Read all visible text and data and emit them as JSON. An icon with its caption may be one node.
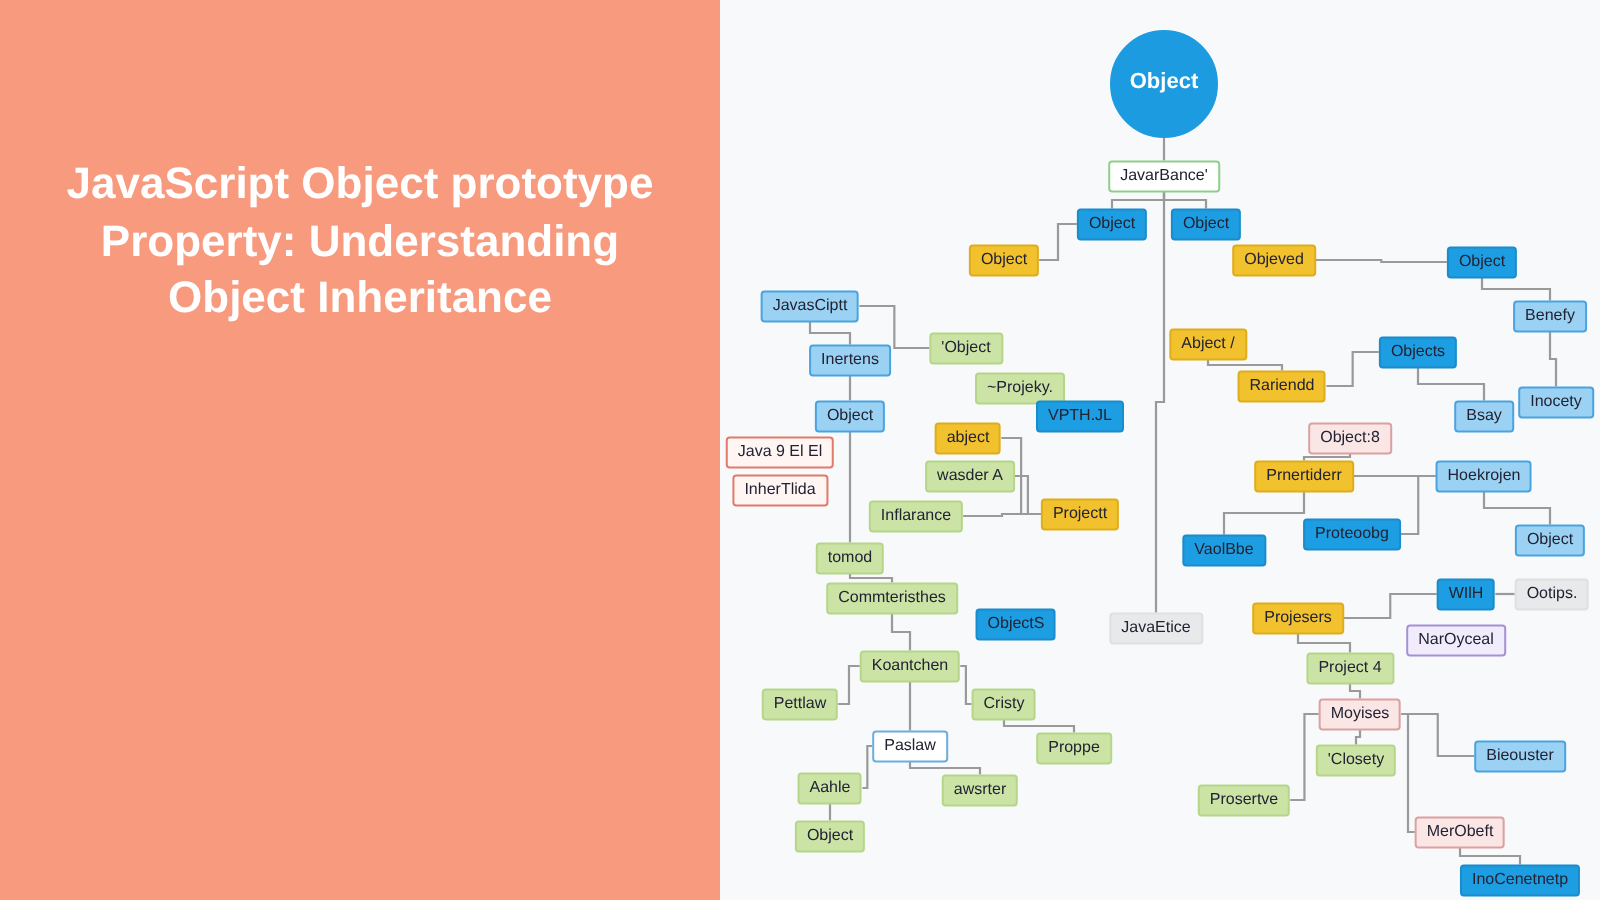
{
  "diagram": {
    "title": "JavaScript Object prototype Property: Understanding Object Inheritance",
    "nodes": [
      {
        "text": [
          "Object"
        ]
      },
      {
        "text": [
          "JavarBance'"
        ]
      },
      {
        "text": [
          "Object"
        ]
      },
      {
        "text": [
          "Object"
        ]
      },
      {
        "text": [
          "Object"
        ]
      },
      {
        "text": [
          "Objeved"
        ]
      },
      {
        "text": [
          "Object"
        ]
      },
      {
        "text": [
          "JavasCiptt"
        ]
      },
      {
        "text": [
          "Benefy"
        ]
      },
      {
        "text": [
          "'Object"
        ]
      },
      {
        "text": [
          "Inertens"
        ]
      },
      {
        "text": [
          "Abject /"
        ]
      },
      {
        "text": [
          "Objects"
        ]
      },
      {
        "text": [
          "~Projeky."
        ]
      },
      {
        "text": [
          "Rariendd"
        ]
      },
      {
        "text": [
          "Inocety"
        ]
      },
      {
        "text": [
          "VPTH.JL"
        ]
      },
      {
        "text": [
          "Object"
        ]
      },
      {
        "text": [
          "Bsay"
        ]
      },
      {
        "text": [
          "Java 9 El El"
        ]
      },
      {
        "text": [
          "abject"
        ]
      },
      {
        "text": [
          "Object:8"
        ]
      },
      {
        "text": [
          "InherTlida"
        ]
      },
      {
        "text": [
          "Prnertiderr"
        ]
      },
      {
        "text": [
          "Hoekrojen"
        ]
      },
      {
        "text": [
          "wasder A"
        ]
      },
      {
        "text": [
          "Inflarance"
        ]
      },
      {
        "text": [
          "Projectt"
        ]
      },
      {
        "text": [
          "Object"
        ]
      },
      {
        "text": [
          "VaolBbe"
        ]
      },
      {
        "text": [
          "Proteoobg"
        ]
      },
      {
        "text": [
          "tomod"
        ]
      },
      {
        "text": [
          "Commteristhes"
        ]
      },
      {
        "text": [
          "Projesers"
        ]
      },
      {
        "text": [
          "WIlH"
        ]
      },
      {
        "text": [
          "Ootips."
        ]
      },
      {
        "text": [
          "ObjectS"
        ]
      },
      {
        "text": [
          "JavaEtice"
        ]
      },
      {
        "text": [
          "NarOyceal"
        ]
      },
      {
        "text": [
          "Project 4"
        ]
      },
      {
        "text": [
          "Koantchen"
        ]
      },
      {
        "text": [
          "Pettlaw"
        ]
      },
      {
        "text": [
          "Cristy"
        ]
      },
      {
        "text": [
          "Moyises"
        ]
      },
      {
        "text": [
          "Paslaw"
        ]
      },
      {
        "text": [
          "Proppe"
        ]
      },
      {
        "text": [
          "'Closety"
        ]
      },
      {
        "text": [
          "Bieouster"
        ]
      },
      {
        "text": [
          "Aahle"
        ]
      },
      {
        "text": [
          "awsrter"
        ]
      },
      {
        "text": [
          "Prosertve"
        ]
      },
      {
        "text": [
          "Object"
        ]
      },
      {
        "text": [
          "MerObeft"
        ]
      },
      {
        "text": [
          "InoCenetnetp"
        ]
      }
    ],
    "edges": [
      {
        "from": 0,
        "to": 1,
        "arrow": "none"
      },
      {
        "from": 1,
        "to": 2,
        "arrow": "none"
      },
      {
        "from": 1,
        "to": 3,
        "arrow": "none"
      },
      {
        "from": 2,
        "to": 4,
        "arrow": "none"
      },
      {
        "from": 5,
        "to": 6,
        "arrow": "none"
      },
      {
        "from": 6,
        "to": 8,
        "arrow": "none"
      },
      {
        "from": 7,
        "to": 10,
        "arrow": "none"
      },
      {
        "from": 7,
        "to": 9,
        "arrow": "none"
      },
      {
        "from": 10,
        "to": 17,
        "arrow": "none"
      },
      {
        "from": 17,
        "to": 31,
        "arrow": "none"
      },
      {
        "from": 20,
        "to": 27,
        "arrow": "none"
      },
      {
        "from": 25,
        "to": 27,
        "arrow": "none"
      },
      {
        "from": 26,
        "to": 27,
        "arrow": "none"
      },
      {
        "from": 31,
        "to": 32,
        "arrow": "none"
      },
      {
        "from": 32,
        "to": 40,
        "arrow": "none"
      },
      {
        "from": 40,
        "to": 41,
        "arrow": "none"
      },
      {
        "from": 40,
        "to": 42,
        "arrow": "none"
      },
      {
        "from": 40,
        "to": 44,
        "arrow": "none"
      },
      {
        "from": 42,
        "to": 45,
        "arrow": "none"
      },
      {
        "from": 44,
        "to": 48,
        "arrow": "none"
      },
      {
        "from": 44,
        "to": 49,
        "arrow": "none"
      },
      {
        "from": 48,
        "to": 51,
        "arrow": "none"
      },
      {
        "from": 1,
        "to": 37,
        "arrow": "none"
      },
      {
        "from": 11,
        "to": 14,
        "arrow": "none"
      },
      {
        "from": 14,
        "to": 12,
        "arrow": "none"
      },
      {
        "from": 12,
        "to": 18,
        "arrow": "none"
      },
      {
        "from": 8,
        "to": 15,
        "arrow": "none"
      },
      {
        "from": 21,
        "to": 23,
        "arrow": "none"
      },
      {
        "from": 23,
        "to": 29,
        "arrow": "none"
      },
      {
        "from": 23,
        "to": 24,
        "arrow": "none"
      },
      {
        "from": 24,
        "to": 30,
        "arrow": "none"
      },
      {
        "from": 24,
        "to": 28,
        "arrow": "none"
      },
      {
        "from": 34,
        "to": 35,
        "arrow": "none"
      },
      {
        "from": 33,
        "to": 34,
        "arrow": "none"
      },
      {
        "from": 33,
        "to": 39,
        "arrow": "none"
      },
      {
        "from": 39,
        "to": 43,
        "arrow": "none"
      },
      {
        "from": 43,
        "to": 46,
        "arrow": "none"
      },
      {
        "from": 43,
        "to": 47,
        "arrow": "none"
      },
      {
        "from": 43,
        "to": 50,
        "arrow": "none"
      },
      {
        "from": 43,
        "to": 52,
        "arrow": "none"
      },
      {
        "from": 52,
        "to": 53,
        "arrow": "none"
      }
    ]
  }
}
